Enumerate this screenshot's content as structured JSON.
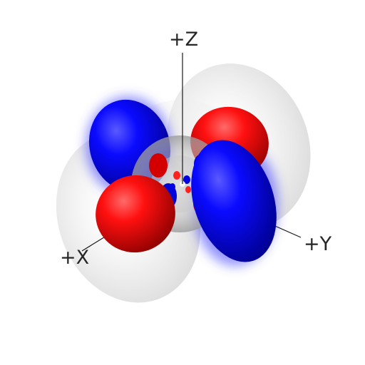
{
  "axes": {
    "z_label": "+Z",
    "x_label": "+X",
    "y_label": "+Y"
  },
  "colors": {
    "positive_lobe": "#ff0000",
    "negative_lobe": "#0000ff",
    "nodal_shell": "#d9d9d9",
    "background": "#ffffff"
  }
}
